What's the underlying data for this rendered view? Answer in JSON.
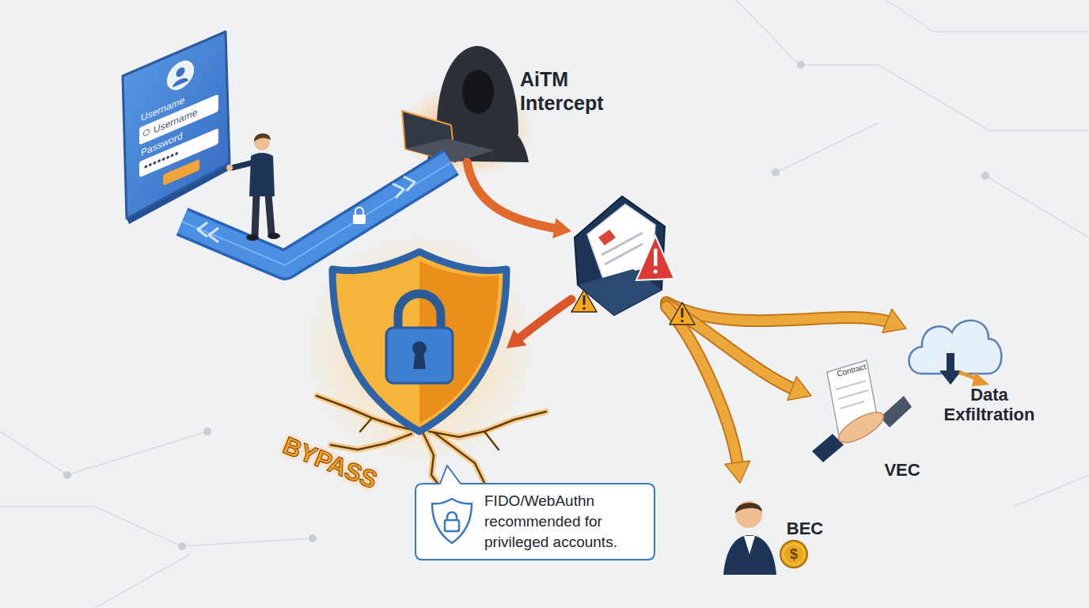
{
  "diagram": {
    "nodes": [
      {
        "text": [
          "Username",
          "Username",
          "Password",
          "••••••••"
        ]
      },
      {
        "text": [
          "AiTM Intercept"
        ]
      },
      {
        "text": []
      },
      {
        "text": [
          "BYPASS"
        ]
      },
      {
        "text": [
          "FIDO/WebAuthn recommended for privileged accounts."
        ]
      },
      {
        "text": [
          "Data Exfiltration"
        ]
      },
      {
        "text": [
          "Contract",
          "VEC"
        ]
      },
      {
        "text": [
          "$",
          "BEC"
        ]
      }
    ],
    "edges": [
      {
        "from": 0,
        "to": 1,
        "arrow": "none"
      },
      {
        "from": 1,
        "to": 2,
        "arrow": "to"
      },
      {
        "from": 2,
        "to": 3,
        "arrow": "to"
      },
      {
        "from": 2,
        "to": 5,
        "arrow": "to"
      },
      {
        "from": 2,
        "to": 6,
        "arrow": "to"
      },
      {
        "from": 2,
        "to": 7,
        "arrow": "to"
      }
    ]
  }
}
